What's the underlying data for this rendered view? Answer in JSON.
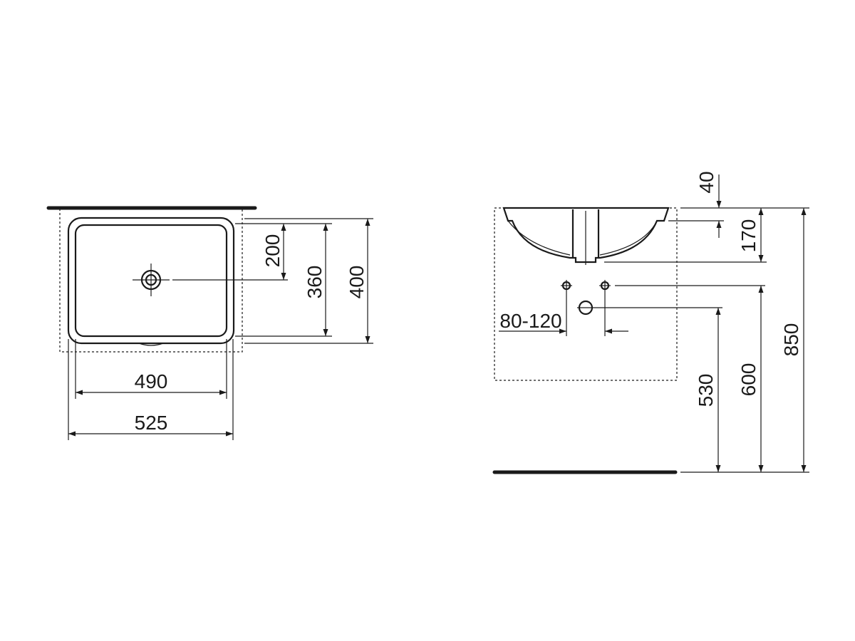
{
  "plan_view": {
    "width_inner": "490",
    "width_outer": "525",
    "depth_to_drain": "200",
    "depth_inner": "360",
    "depth_outer": "400"
  },
  "side_view": {
    "rim_offset": "40",
    "bowl_depth": "170",
    "tap_spacing": "80-120",
    "waste_height": "530",
    "supply_height": "600",
    "rim_height": "850"
  }
}
